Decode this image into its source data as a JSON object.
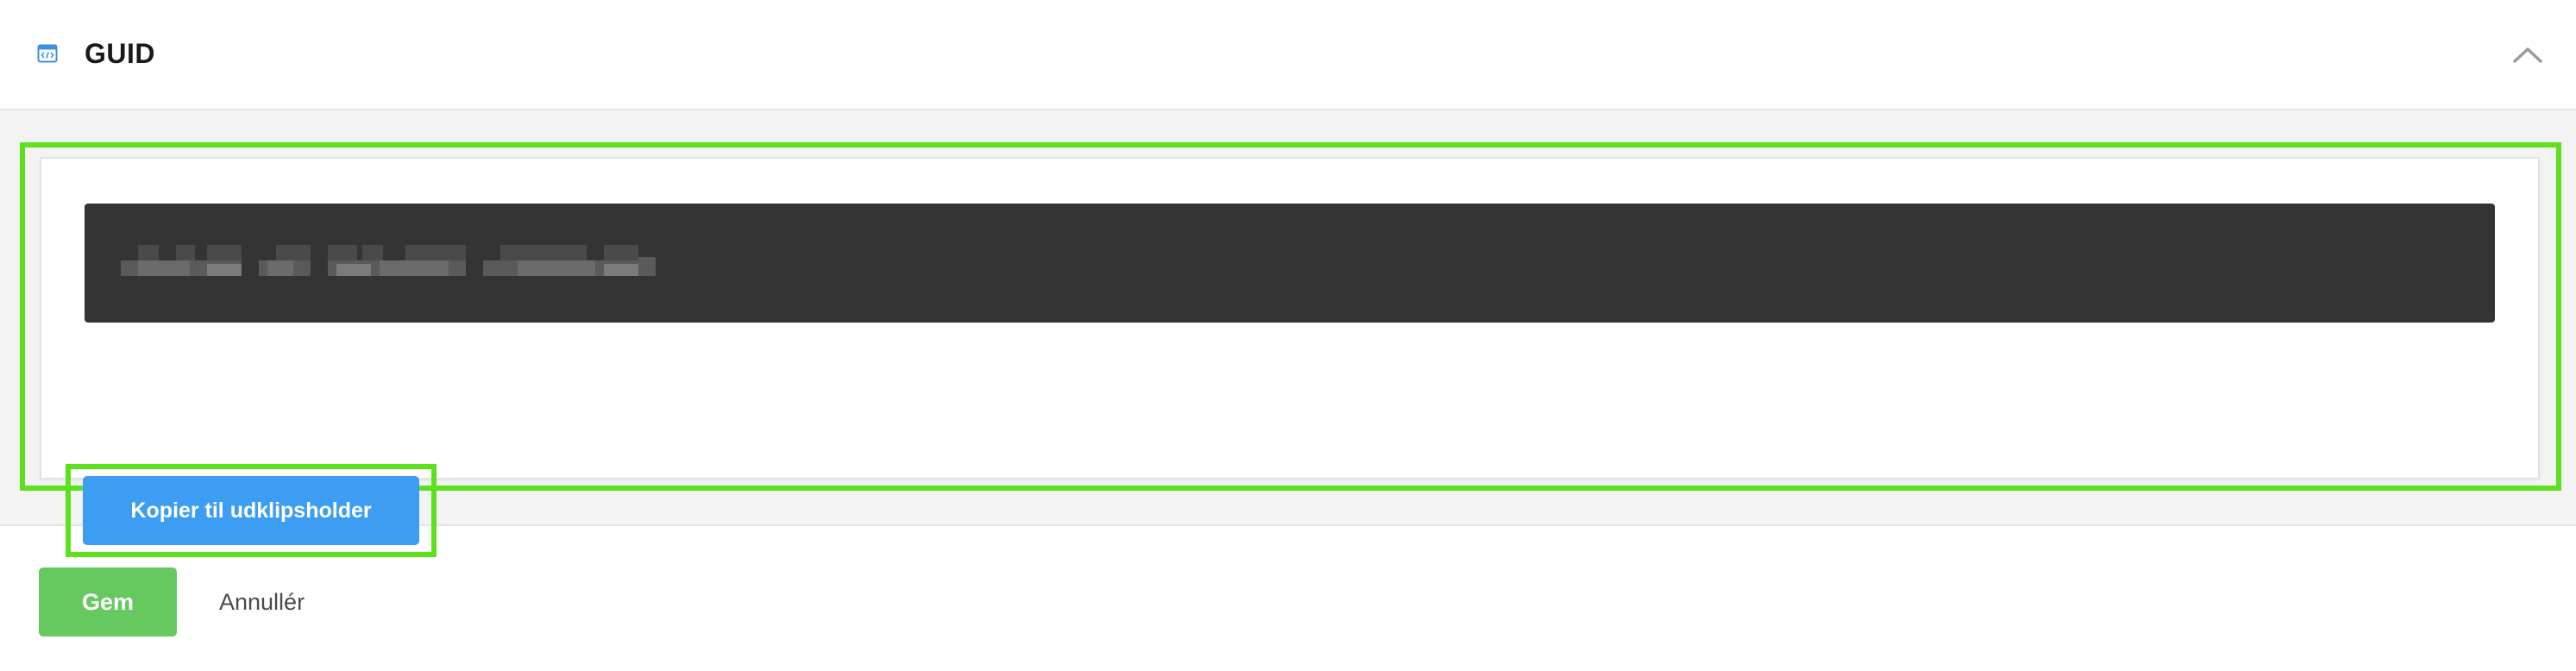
{
  "header": {
    "icon": "code-window-icon",
    "title": "GUID",
    "toggle_icon": "chevron-up-icon"
  },
  "guid": {
    "value_obscured": true
  },
  "actions": {
    "copy_label": "Kopier til udklipsholder",
    "save_label": "Gem",
    "cancel_label": "Annullér"
  },
  "colors": {
    "accent_blue": "#3d9df2",
    "save_green": "#66c95f",
    "highlight_green": "#5ce11c",
    "code_background": "#343434"
  }
}
